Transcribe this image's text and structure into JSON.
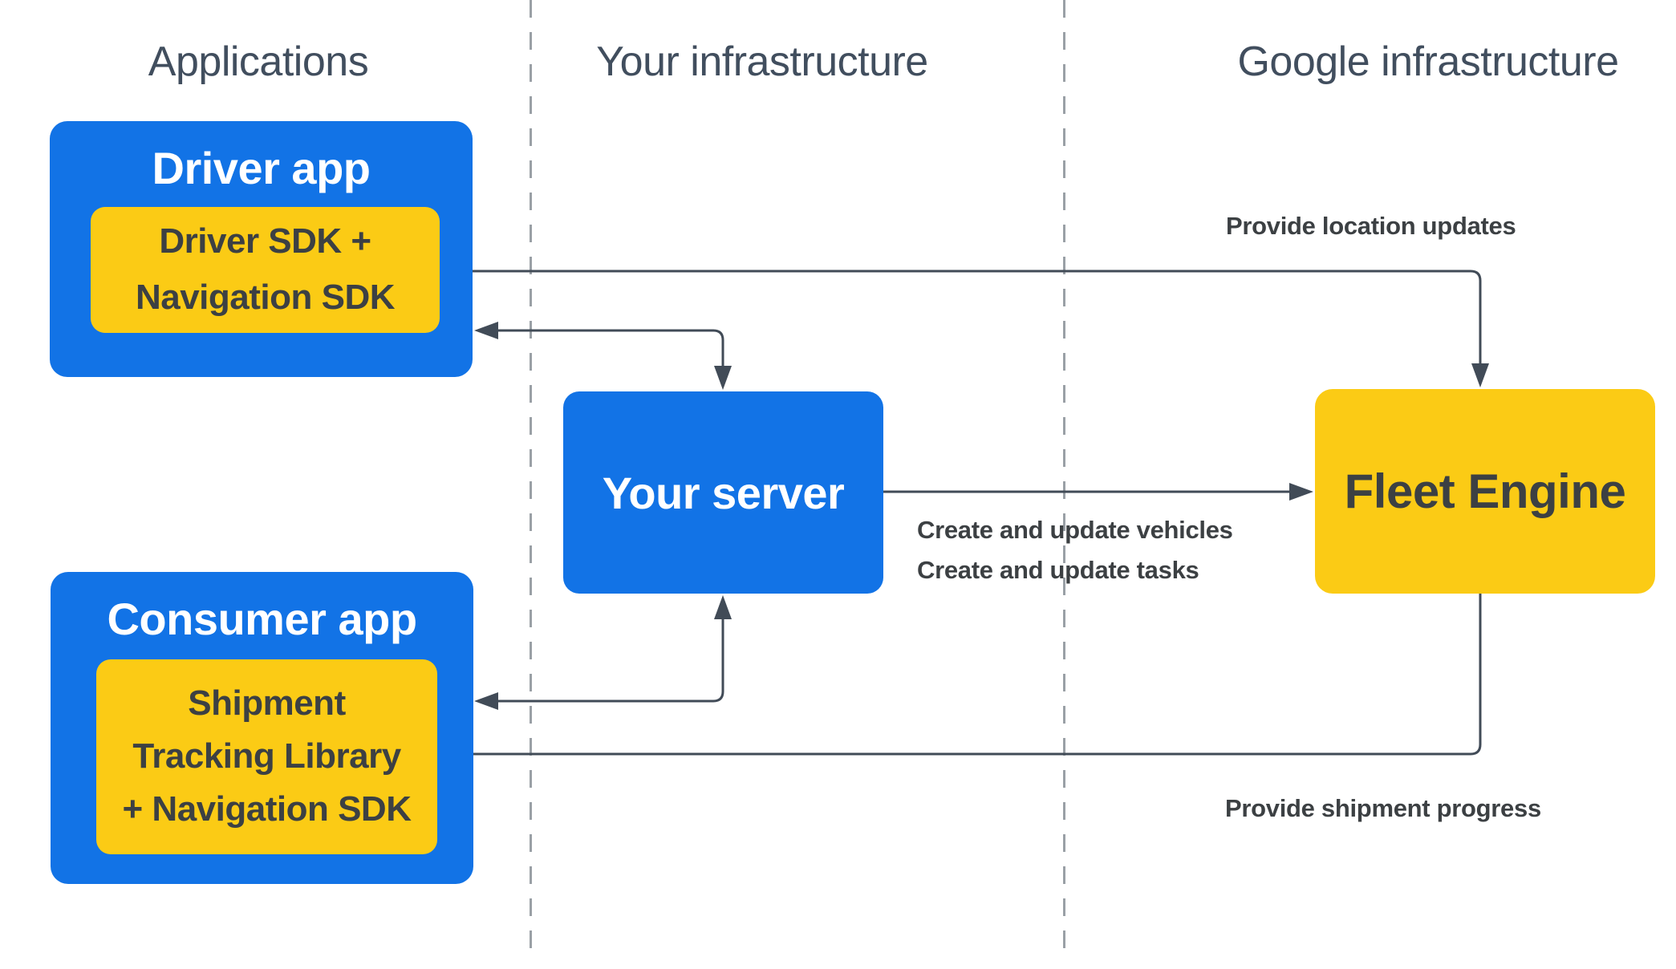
{
  "headers": [
    {
      "id": "applications",
      "label": "Applications"
    },
    {
      "id": "your-infrastructure",
      "label": "Your infrastructure"
    },
    {
      "id": "google-infrastructure",
      "label": "Google infrastructure"
    }
  ],
  "nodes": {
    "driver_app": {
      "title": "Driver app",
      "sdk": {
        "lines": [
          "Driver SDK +",
          "Navigation SDK"
        ]
      }
    },
    "consumer_app": {
      "title": "Consumer app",
      "sdk": {
        "lines": [
          "Shipment",
          "Tracking Library",
          "+ Navigation SDK"
        ]
      }
    },
    "your_server": {
      "title": "Your server"
    },
    "fleet_engine": {
      "title": "Fleet Engine"
    }
  },
  "edges": [
    {
      "id": "driver-sdk__fleet-engine",
      "from": "driver_sdk",
      "to": "fleet_engine",
      "style": "bidirectional",
      "label": "Provide location updates"
    },
    {
      "id": "driver-app__your-server",
      "from": "driver_app",
      "to": "your_server",
      "style": "bidirectional",
      "label": ""
    },
    {
      "id": "your-server__fleet-engine",
      "from": "your_server",
      "to": "fleet_engine",
      "style": "single",
      "labels": [
        "Create and update vehicles",
        "Create and update tasks"
      ]
    },
    {
      "id": "consumer-app__your-server",
      "from": "consumer_app",
      "to": "your_server",
      "style": "bidirectional",
      "label": ""
    },
    {
      "id": "fleet-engine__shipment-library",
      "from": "fleet_engine",
      "to": "shipment_tracking_library",
      "style": "single",
      "label": "Provide shipment progress"
    }
  ],
  "colors": {
    "node_blue": "#1273E6",
    "node_yellow": "#FBCB15",
    "arrow": "#414B57",
    "dark_text": "#3C4043",
    "header_text": "#414E5E",
    "divider": "#9AA0A6",
    "background": "#ffffff"
  }
}
